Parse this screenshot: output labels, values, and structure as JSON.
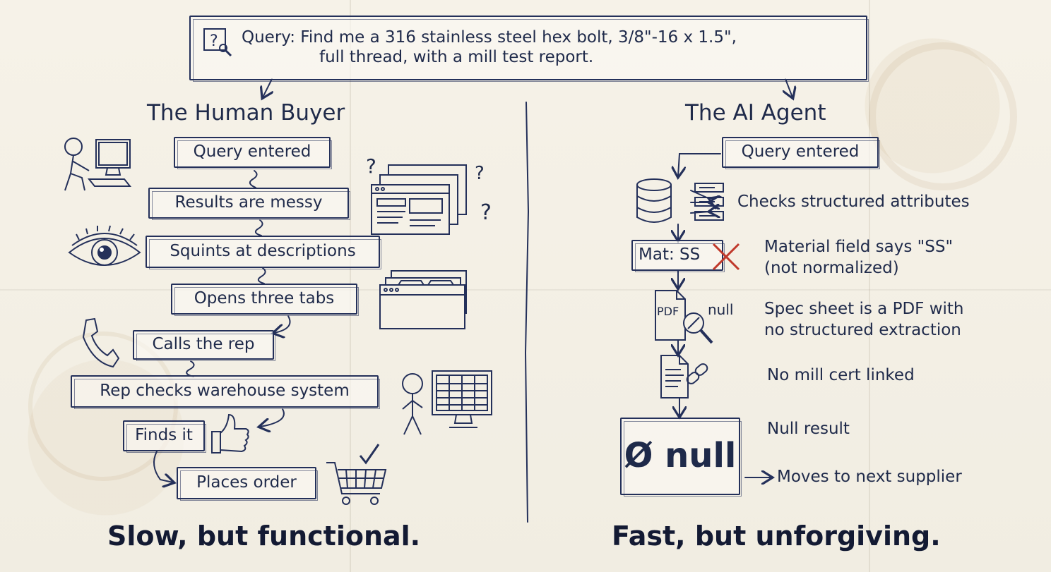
{
  "query": {
    "line1": "Query: Find me a 316 stainless steel hex bolt, 3/8\"-16 x 1.5\",",
    "line2": "full thread, with a mill test report."
  },
  "human": {
    "title": "The Human Buyer",
    "steps": [
      "Query entered",
      "Results are messy",
      "Squints at descriptions",
      "Opens three tabs",
      "Calls the rep",
      "Rep checks warehouse system",
      "Finds it",
      "Places order"
    ],
    "tagline": "Slow, but functional."
  },
  "agent": {
    "title": "The AI Agent",
    "query_box": "Query entered",
    "material_box": "Mat: SS",
    "pdf_label": "PDF",
    "null_label": "null",
    "result_box": "Ø null",
    "notes": [
      "Checks structured attributes",
      "Material field says \"SS\"",
      "(not normalized)",
      "Spec sheet is a PDF with",
      "no structured extraction",
      "No mill cert linked",
      "Null result",
      "Moves to next supplier"
    ],
    "tagline": "Fast, but unforgiving."
  },
  "colors": {
    "ink": "#24305a",
    "reject": "#c0392b",
    "paper": "#f3efe4"
  },
  "icons": [
    "magnifier-question-icon",
    "person-computer-icon",
    "browser-windows-icon",
    "question-mark-icon",
    "eye-icon",
    "tabs-icon",
    "phone-icon",
    "person-spreadsheet-icon",
    "thumbs-up-icon",
    "shopping-cart-icon",
    "database-icon",
    "records-icon",
    "red-x-icon",
    "pdf-search-icon",
    "document-link-icon",
    "arrow-icon"
  ]
}
